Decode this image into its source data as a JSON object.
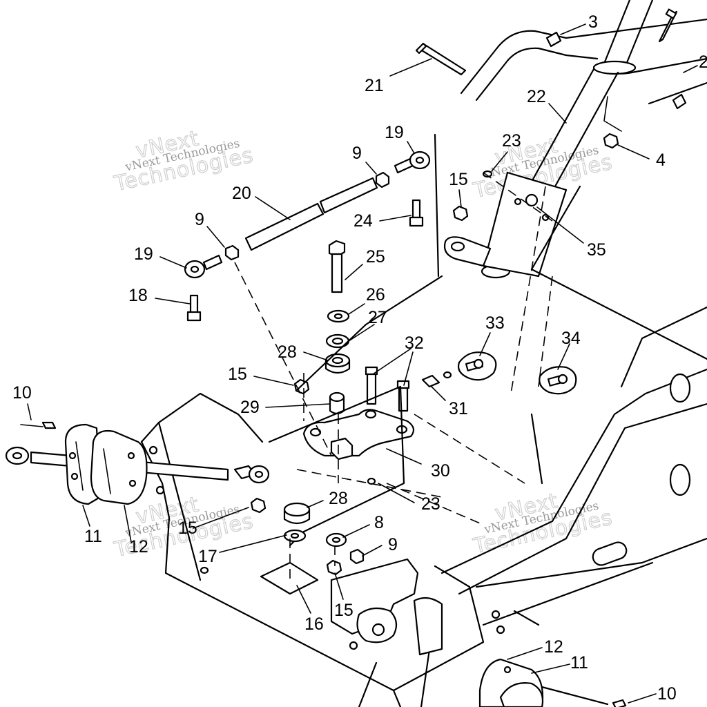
{
  "watermarks": [
    {
      "line1": "vNext",
      "line2": "Technologies",
      "caption": "vNext Technologies"
    },
    {
      "line1": "vNext",
      "line2": "Technologies",
      "caption": "vNext Technologies"
    },
    {
      "line1": "vNext",
      "line2": "Technologies",
      "caption": "vNext Technologies"
    },
    {
      "line1": "vNext",
      "line2": "Technologies",
      "caption": "vNext Technologies"
    }
  ],
  "callouts": [
    {
      "id": "c3",
      "text": "3"
    },
    {
      "id": "c2",
      "text": "2"
    },
    {
      "id": "c4",
      "text": "4"
    },
    {
      "id": "c21",
      "text": "21"
    },
    {
      "id": "c22",
      "text": "22"
    },
    {
      "id": "c19a",
      "text": "19"
    },
    {
      "id": "c23a",
      "text": "23"
    },
    {
      "id": "c9a",
      "text": "9"
    },
    {
      "id": "c20",
      "text": "20"
    },
    {
      "id": "c15a",
      "text": "15"
    },
    {
      "id": "c24",
      "text": "24"
    },
    {
      "id": "c35",
      "text": "35"
    },
    {
      "id": "c9b",
      "text": "9"
    },
    {
      "id": "c19b",
      "text": "19"
    },
    {
      "id": "c25",
      "text": "25"
    },
    {
      "id": "c18",
      "text": "18"
    },
    {
      "id": "c26",
      "text": "26"
    },
    {
      "id": "c27",
      "text": "27"
    },
    {
      "id": "c33",
      "text": "33"
    },
    {
      "id": "c34",
      "text": "34"
    },
    {
      "id": "c32",
      "text": "32"
    },
    {
      "id": "c28a",
      "text": "28"
    },
    {
      "id": "c15b",
      "text": "15"
    },
    {
      "id": "c29",
      "text": "29"
    },
    {
      "id": "c31",
      "text": "31"
    },
    {
      "id": "c10a",
      "text": "10"
    },
    {
      "id": "c30",
      "text": "30"
    },
    {
      "id": "c28b",
      "text": "28"
    },
    {
      "id": "c23b",
      "text": "23"
    },
    {
      "id": "c11a",
      "text": "11"
    },
    {
      "id": "c12a",
      "text": "12"
    },
    {
      "id": "c15c",
      "text": "15"
    },
    {
      "id": "c8",
      "text": "8"
    },
    {
      "id": "c9c",
      "text": "9"
    },
    {
      "id": "c17",
      "text": "17"
    },
    {
      "id": "c15d",
      "text": "15"
    },
    {
      "id": "c16",
      "text": "16"
    },
    {
      "id": "c12b",
      "text": "12"
    },
    {
      "id": "c11b",
      "text": "11"
    },
    {
      "id": "c10b",
      "text": "10"
    }
  ]
}
